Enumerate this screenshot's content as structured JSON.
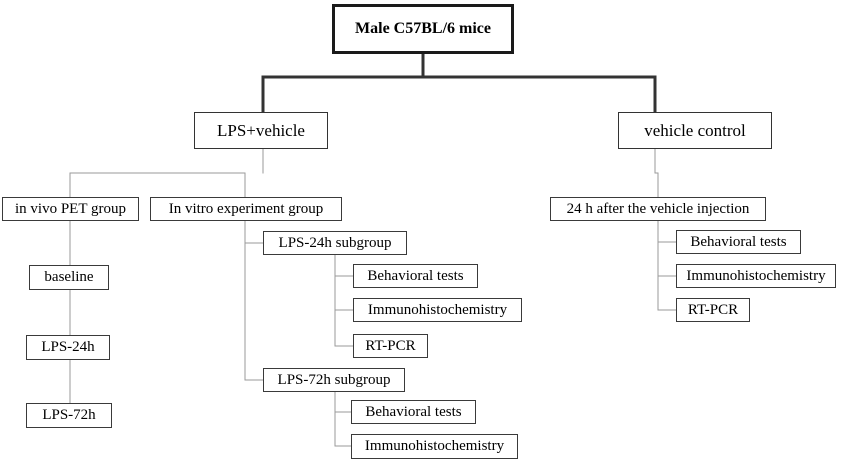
{
  "diagram": {
    "root": "Male C57BL/6 mice",
    "lps_branch": {
      "label": "LPS+vehicle",
      "in_vivo": {
        "label": "in vivo PET group",
        "steps": [
          "baseline",
          "LPS-24h",
          "LPS-72h"
        ]
      },
      "in_vitro": {
        "label": "In vitro experiment group",
        "subgroup_24h": {
          "label": "LPS-24h subgroup",
          "items": [
            "Behavioral tests",
            "Immunohistochemistry",
            "RT-PCR"
          ]
        },
        "subgroup_72h": {
          "label": "LPS-72h subgroup",
          "items": [
            "Behavioral tests",
            "Immunohistochemistry"
          ]
        }
      }
    },
    "vehicle_branch": {
      "label": "vehicle control",
      "timepoint": {
        "label": "24 h after the vehicle injection",
        "items": [
          "Behavioral tests",
          "Immunohistochemistry",
          "RT-PCR"
        ]
      }
    }
  }
}
